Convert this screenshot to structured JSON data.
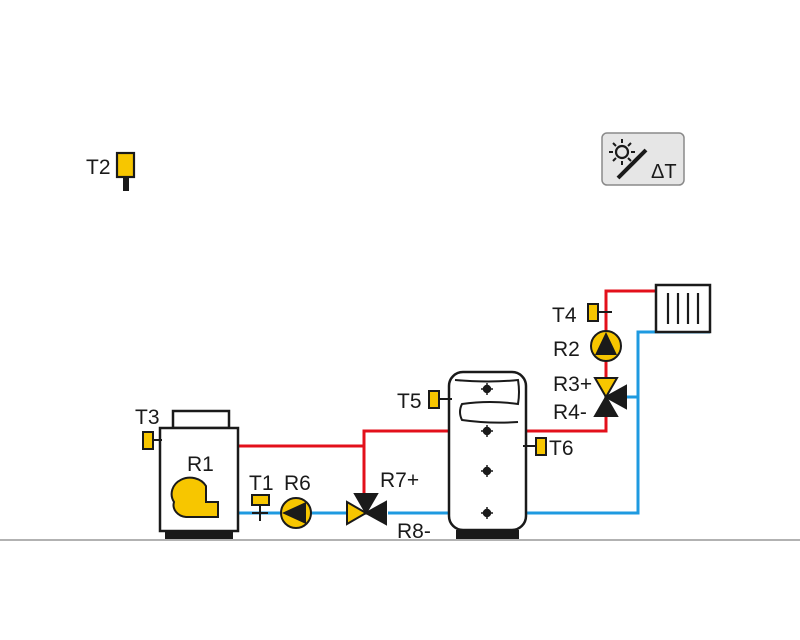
{
  "colors": {
    "hot_pipe": "#e3101b",
    "cold_pipe": "#1e9ae0",
    "sensor_fill": "#f7c600",
    "outline": "#1a1a1a",
    "floor_line": "#999999",
    "button_bg": "#e6e6e6"
  },
  "sensors": {
    "t1": "T1",
    "t2": "T2",
    "t3": "T3",
    "t4": "T4",
    "t5": "T5",
    "t6": "T6"
  },
  "relays": {
    "r1": "R1",
    "r2": "R2",
    "r3": "R3+",
    "r4": "R4-",
    "r6": "R6",
    "r7": "R7+",
    "r8": "R8-"
  },
  "function_button": {
    "icon": "sun-slash-icon",
    "label": "ΔT"
  },
  "icons": [
    "sun-slash-icon",
    "boiler-icon",
    "burner-icon",
    "pump-icon",
    "three-way-valve-icon",
    "radiator-icon",
    "storage-tank-icon",
    "heat-exchanger-coil-icon",
    "temperature-sensor-icon"
  ]
}
